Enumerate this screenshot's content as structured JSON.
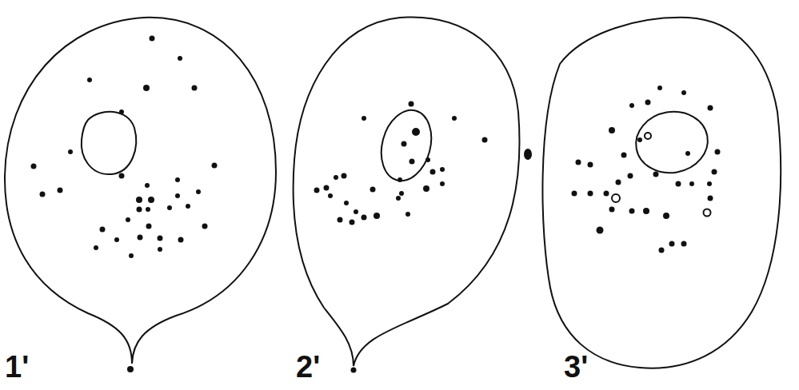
{
  "diagram": {
    "labels": [
      "1'",
      "2'",
      "3'"
    ]
  }
}
